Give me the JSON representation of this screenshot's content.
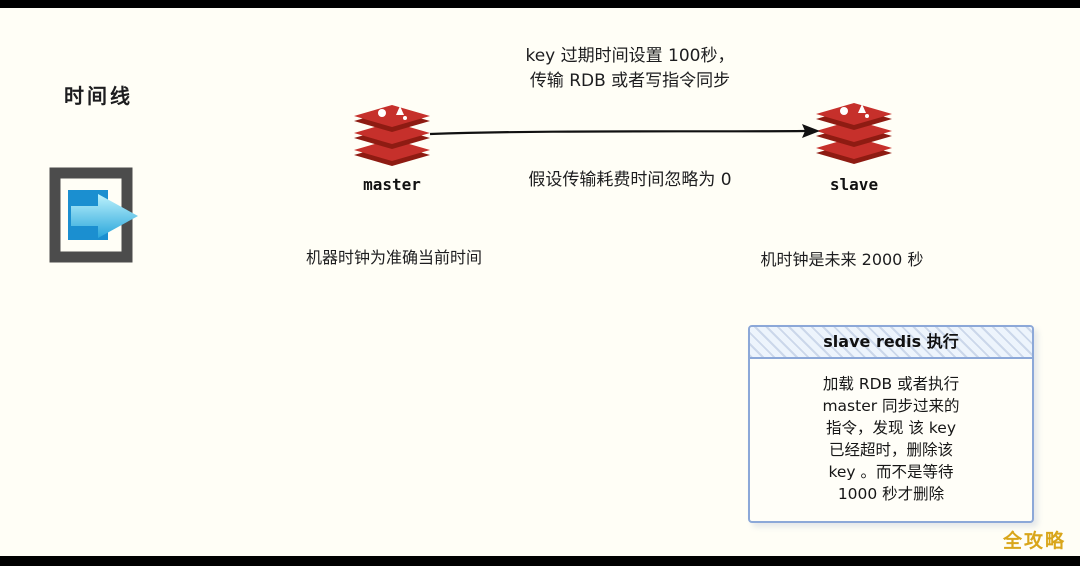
{
  "colors": {
    "background": "#FFFEF6",
    "redis_red": "#C6302B",
    "redis_dark_red": "#8E1B12",
    "note_box_border": "#8CA8D8",
    "watermark_gold": "#D9A61B",
    "icon_frame_gray": "#4C4C4C",
    "icon_cyan": "#8FE8FA",
    "arrow_black": "#111111"
  },
  "icons": {
    "timeline": "timeline-arrow-icon",
    "master": "redis-stack-icon",
    "slave": "redis-stack-icon"
  },
  "timeline": {
    "label": "时间线"
  },
  "master": {
    "label": "master",
    "clock_note": "机器时钟为准确当前时间"
  },
  "slave": {
    "label": "slave",
    "clock_note": "机时钟是未来 2000 秒"
  },
  "sync_arrow": {
    "caption_line1": "key 过期时间设置 100秒，",
    "caption_line2": "传输 RDB 或者写指令同步",
    "assumption": "假设传输耗费时间忽略为 0"
  },
  "note_box": {
    "title": "slave redis 执行",
    "lines": [
      "加载 RDB 或者执行",
      "master 同步过来的",
      "指令，发现 该 key",
      "已经超时，删除该",
      "key 。而不是等待",
      "1000 秒才删除"
    ]
  },
  "watermark": "全攻略"
}
